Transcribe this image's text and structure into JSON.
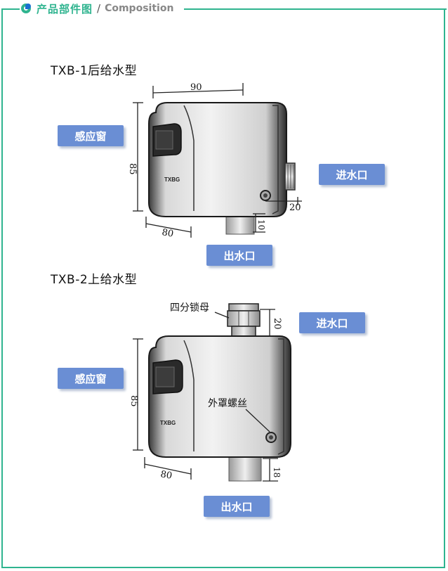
{
  "header": {
    "title_cn": "产品部件图",
    "slash": "/",
    "title_en": "Composition",
    "accent_color": "#2fb48f"
  },
  "model1": {
    "label": "TXB-1后给水型",
    "callouts": {
      "sensor": "感应窗",
      "inlet": "进水口",
      "outlet": "出水口"
    },
    "dims": {
      "width": "90",
      "height": "85",
      "depth": "80",
      "inlet_offset": "20",
      "outlet_height": "10"
    },
    "brand_text": "TXBG"
  },
  "model2": {
    "label": "TXB-2上给水型",
    "callouts": {
      "sensor": "感应窗",
      "inlet": "进水口",
      "outlet": "出水口"
    },
    "annotations": {
      "lock_nut": "四分锁母",
      "cover_screw": "外罩螺丝"
    },
    "dims": {
      "height": "85",
      "depth": "80",
      "inlet_height": "20",
      "outlet_height": "18"
    },
    "brand_text": "TXBG"
  },
  "callout_color": "#6a8ed4"
}
